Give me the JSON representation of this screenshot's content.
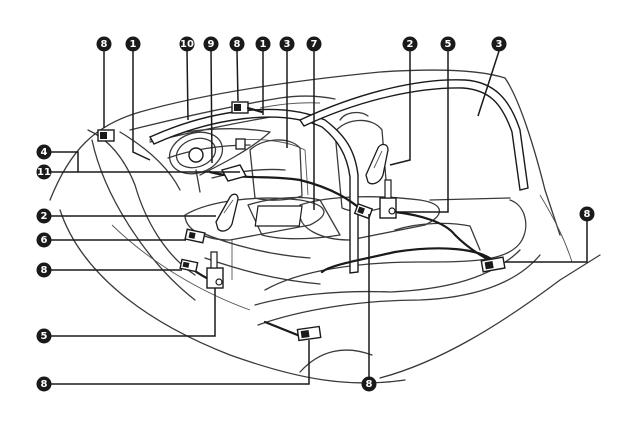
{
  "callouts": [
    "8",
    "1",
    "10",
    "9",
    "8",
    "1",
    "3",
    "7",
    "2",
    "5",
    "3",
    "4",
    "11",
    "2",
    "6",
    "8",
    "5",
    "8",
    "8",
    "8"
  ]
}
